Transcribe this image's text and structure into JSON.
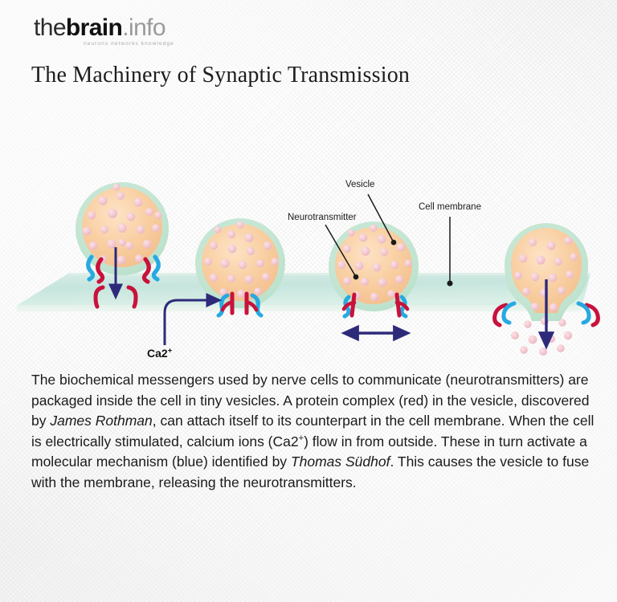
{
  "site": {
    "logo_the": "the",
    "logo_brain": "brain",
    "logo_dot": ".",
    "logo_info": "info",
    "tagline": "neurons networks knowledge"
  },
  "page": {
    "title": "The Machinery of Synaptic Transmission"
  },
  "figure": {
    "labels": {
      "vesicle": "Vesicle",
      "neurotransmitter": "Neurotransmitter",
      "cell_membrane": "Cell membrane",
      "calcium_ion": "Ca2",
      "calcium_ion_charge": "+"
    },
    "colors": {
      "vesicle_fill": "#f8cfa0",
      "vesicle_halo": "#bfe3cd",
      "neurotransmitter_dot": "#f0c3ca",
      "protein_red": "#c8123c",
      "protein_blue": "#27a9e1",
      "arrow_navy": "#2e2a7a",
      "membrane_top": "#c9e6e0",
      "membrane_side": "#dfeee7",
      "leader_line": "#1a1a1a"
    },
    "stages": [
      {
        "name": "vesicle-free-floating",
        "state": "approaching membrane"
      },
      {
        "name": "vesicle-docking",
        "state": "calcium influx, tethering"
      },
      {
        "name": "vesicle-docked",
        "state": "fusion machinery engaged"
      },
      {
        "name": "vesicle-fused",
        "state": "releasing neurotransmitters"
      }
    ]
  },
  "body": {
    "p1_a": "The biochemical messengers used by nerve cells to communicate (neurotransmitters) are packaged inside the cell in tiny vesicles. A protein complex (red) in the vesicle, discovered by ",
    "p1_name1": "James Rothman",
    "p1_b": ", can attach itself to its counterpart in the cell membrane. When the cell is electrically stimulated, calcium ions (Ca2",
    "p1_sup": "+",
    "p1_c": ") flow in from outside. These in turn activate a molecular mechanism (blue) identified by ",
    "p1_name2": "Thomas Südhof",
    "p1_d": ". This causes the vesicle to fuse with the membrane, releasing the neurotransmitters."
  }
}
